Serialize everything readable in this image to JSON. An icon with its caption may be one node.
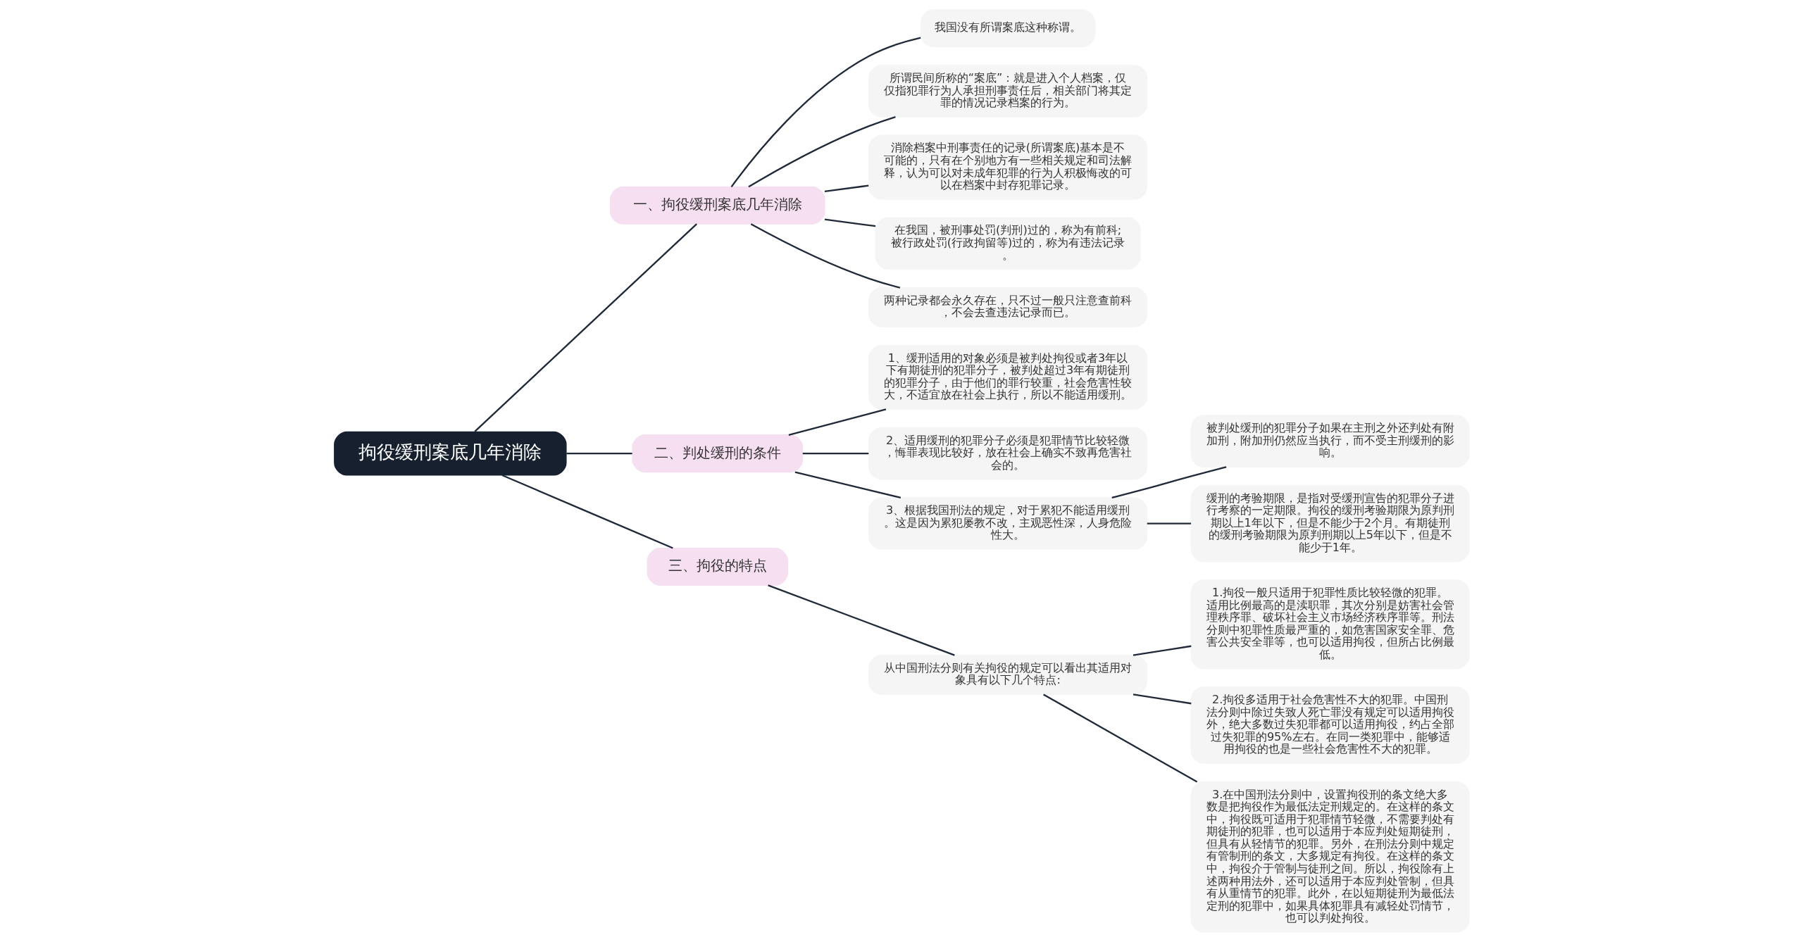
{
  "diagram": {
    "nodes": [
      {
        "text": [
          "拘役缓刑案底几年消除"
        ]
      },
      {
        "text": [
          "一、拘役缓刑案底几年消除"
        ]
      },
      {
        "text": [
          "我国没有所谓案底这种称谓。"
        ]
      },
      {
        "text": [
          "所谓民间所称的“案底”：就是进入个人档案，仅仅指犯罪行为人承担刑事责任后，相关部门将其定罪的情况记录档案的行为。"
        ]
      },
      {
        "text": [
          "消除档案中刑事责任的记录(所谓案底)基本是不可能的，只有在个别地方有一些相关规定和司法解释，认为可以对未成年犯罪的行为人积极悔改的可以在档案中封存犯罪记录。"
        ]
      },
      {
        "text": [
          "在我国，被刑事处罚(判刑)过的，称为有前科;被行政处罚(行政拘留等)过的，称为有违法记录。"
        ]
      },
      {
        "text": [
          "两种记录都会永久存在，只不过一般只注意查前科，不会去查违法记录而已。"
        ]
      },
      {
        "text": [
          "二、判处缓刑的条件"
        ]
      },
      {
        "text": [
          "1、缓刑适用的对象必须是被判处拘役或者3年以下有期徒刑的犯罪分子，被判处超过3年有期徒刑的犯罪分子，由于他们的罪行较重，社会危害性较大，不适宜放在社会上执行，所以不能适用缓刑。"
        ]
      },
      {
        "text": [
          "2、适用缓刑的犯罪分子必须是犯罪情节比较轻微，悔罪表现比较好，放在社会上确实不致再危害社会的。"
        ]
      },
      {
        "text": [
          "3、根据我国刑法的规定，对于累犯不能适用缓刑。这是因为累犯屡教不改，主观恶性深，人身危险性大。"
        ]
      },
      {
        "text": [
          "被判处缓刑的犯罪分子如果在主刑之外还判处有附加刑，附加刑仍然应当执行，而不受主刑缓刑的影响。"
        ]
      },
      {
        "text": [
          "缓刑的考验期限，是指对受缓刑宣告的犯罪分子进行考察的一定期限。拘役的缓刑考验期限为原判刑期以上1年以下，但是不能少于2个月。有期徒刑的缓刑考验期限为原判刑期以上5年以下，但是不能少于1年。"
        ]
      },
      {
        "text": [
          "三、拘役的特点"
        ]
      },
      {
        "text": [
          "从中国刑法分则有关拘役的规定可以看出其适用对象具有以下几个特点:"
        ]
      },
      {
        "text": [
          "1.拘役一般只适用于犯罪性质比较轻微的犯罪。适用比例最高的是渎职罪，其次分别是妨害社会管理秩序罪、破坏社会主义市场经济秩序罪等。刑法分则中犯罪性质最严重的，如危害国家安全罪、危害公共安全罪等，也可以适用拘役，但所占比例最低。"
        ]
      },
      {
        "text": [
          "2.拘役多适用于社会危害性不大的犯罪。中国刑法分则中除过失致人死亡罪没有规定可以适用拘役外，绝大多数过失犯罪都可以适用拘役，约占全部过失犯罪的95%左右。在同一类犯罪中，能够适用拘役的也是一些社会危害性不大的犯罪。"
        ]
      },
      {
        "text": [
          "3.在中国刑法分则中，设置拘役刑的条文绝大多数是把拘役作为最低法定刑规定的。在这样的条文中，拘役既可适用于犯罪情节轻微，不需要判处有期徒刑的犯罪，也可以适用于本应判处短期徒刑，但具有从轻情节的犯罪。另外，在刑法分则中规定有管制刑的条文，大多规定有拘役。在这样的条文中，拘役介于管制与徒刑之间。所以，拘役除有上述两种用法外，还可以适用于本应判处管制，但具有从重情节的犯罪。此外，在以短期徒刑为最低法定刑的犯罪中，如果具体犯罪具有减轻处罚情节，也可以判处拘役。"
        ]
      }
    ],
    "edges": [
      {
        "from": 0,
        "to": 1,
        "arrow": "none"
      },
      {
        "from": 1,
        "to": 2,
        "arrow": "none"
      },
      {
        "from": 1,
        "to": 3,
        "arrow": "none"
      },
      {
        "from": 1,
        "to": 4,
        "arrow": "none"
      },
      {
        "from": 1,
        "to": 5,
        "arrow": "none"
      },
      {
        "from": 1,
        "to": 6,
        "arrow": "none"
      },
      {
        "from": 0,
        "to": 7,
        "arrow": "none"
      },
      {
        "from": 7,
        "to": 8,
        "arrow": "none"
      },
      {
        "from": 7,
        "to": 9,
        "arrow": "none"
      },
      {
        "from": 7,
        "to": 10,
        "arrow": "none"
      },
      {
        "from": 10,
        "to": 11,
        "arrow": "none"
      },
      {
        "from": 10,
        "to": 12,
        "arrow": "none"
      },
      {
        "from": 0,
        "to": 13,
        "arrow": "none"
      },
      {
        "from": 13,
        "to": 14,
        "arrow": "none"
      },
      {
        "from": 14,
        "to": 15,
        "arrow": "none"
      },
      {
        "from": 14,
        "to": 16,
        "arrow": "none"
      },
      {
        "from": 14,
        "to": 17,
        "arrow": "none"
      }
    ]
  }
}
